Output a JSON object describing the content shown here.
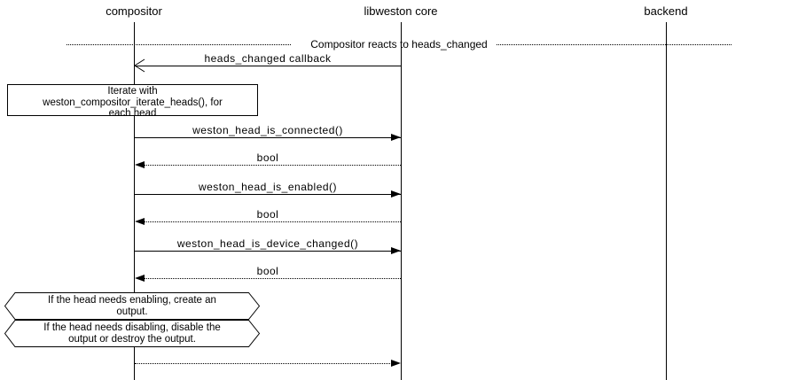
{
  "diagram": {
    "title_context": "Compositor reacts to heads_changed",
    "colors": {
      "line": "#000000",
      "background": "#ffffff"
    },
    "participants": [
      {
        "name": "compositor"
      },
      {
        "name": "libweston core"
      },
      {
        "name": "backend"
      }
    ],
    "divider": {
      "label": "Compositor reacts to heads_changed"
    },
    "messages": [
      {
        "label": "heads_changed callback",
        "from": "libweston core",
        "to": "compositor",
        "line": "solid",
        "arrowhead": "open-left"
      },
      {
        "label": "weston_head_is_connected()",
        "from": "compositor",
        "to": "libweston core",
        "line": "solid",
        "arrowhead": "filled-right"
      },
      {
        "label": "bool",
        "from": "libweston core",
        "to": "compositor",
        "line": "dotted",
        "arrowhead": "filled-left"
      },
      {
        "label": "weston_head_is_enabled()",
        "from": "compositor",
        "to": "libweston core",
        "line": "solid",
        "arrowhead": "filled-right"
      },
      {
        "label": "bool",
        "from": "libweston core",
        "to": "compositor",
        "line": "dotted",
        "arrowhead": "filled-left"
      },
      {
        "label": "weston_head_is_device_changed()",
        "from": "compositor",
        "to": "libweston core",
        "line": "solid",
        "arrowhead": "filled-right"
      },
      {
        "label": "bool",
        "from": "libweston core",
        "to": "compositor",
        "line": "dotted",
        "arrowhead": "filled-left"
      },
      {
        "label": "",
        "from": "compositor",
        "to": "libweston core",
        "line": "dotted",
        "arrowhead": "filled-right"
      }
    ],
    "notes": [
      {
        "shape": "rectangle",
        "text": "Iterate with\nweston_compositor_iterate_heads(), for\neach head"
      },
      {
        "shape": "hexagon",
        "text": "If the head needs enabling, create an\noutput."
      },
      {
        "shape": "hexagon",
        "text": "If the head needs disabling, disable the\noutput or destroy the output."
      }
    ]
  }
}
